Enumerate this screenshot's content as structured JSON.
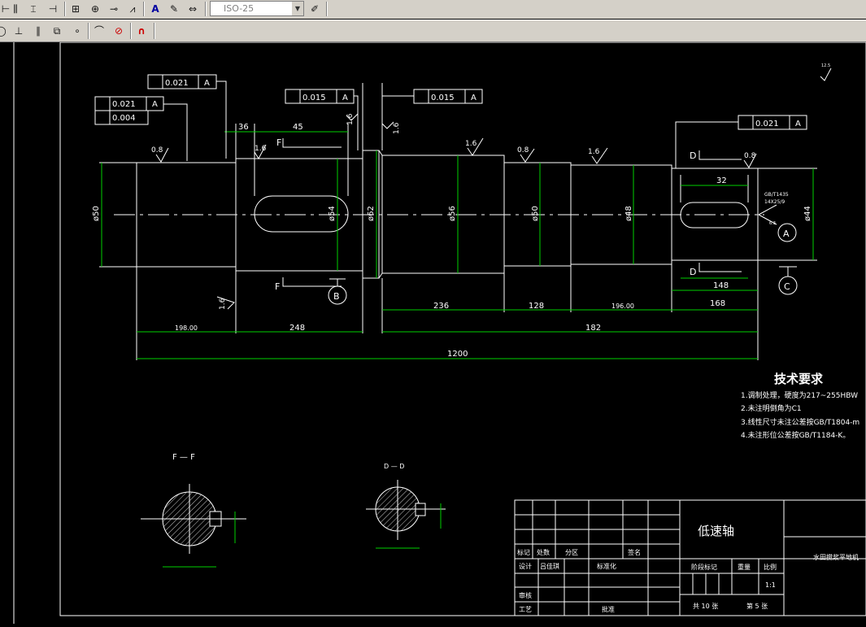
{
  "toolbar": {
    "dimstyle_value": "ISO-25",
    "icons_row1": [
      "dim-continue-icon",
      "dim-quick-icon",
      "dim-baseline-icon",
      "dim-edit-icon",
      "dim-center-icon",
      "tolerance-icon",
      "dim-jogged-icon",
      "dim-text-edit-icon",
      "dim-text-align-icon",
      "dim-update-icon",
      "dim-style-icon"
    ],
    "icons_row2": [
      "snap-circle-icon",
      "snap-perpendicular-icon",
      "snap-parallel-icon",
      "snap-insert-icon",
      "snap-node-icon",
      "snap-nearest-icon",
      "snap-none-icon",
      "snap-settings-icon"
    ]
  },
  "drawing": {
    "datum_a": "A",
    "datum_b": "B",
    "datum_c": "C",
    "tol_0021_a": "0.021",
    "tol_0021_b": "0.021",
    "tol_0021_c": "0.021",
    "tol_0015_a": "0.015",
    "tol_0015_b": "0.015",
    "tol_0004": "0.004",
    "rough_08": "0.8",
    "rough_16": "1.6",
    "rough_63": "6.3",
    "rough_125": "12.5",
    "section_f": "F",
    "section_d": "D",
    "section_ff": "F — F",
    "section_dd": "D — D",
    "dia_50": "ø50",
    "dia_54": "ø54",
    "dia_62": "ø62",
    "dia_56": "ø56",
    "dia_50b": "ø50",
    "dia_48": "ø48",
    "dia_44": "ø44",
    "dim_36": "36",
    "dim_45": "45",
    "dim_32": "32",
    "dim_148": "148",
    "dim_168": "168",
    "dim_236": "236",
    "dim_128": "128",
    "dim_196": "196.00",
    "dim_198": "198.00",
    "dim_248": "248",
    "dim_182": "182",
    "dim_1200": "1200",
    "keyway_note1": "GB/T1435",
    "keyway_note2": "14X25/9",
    "tech_title": "技术要求",
    "tech_items": [
      "1.调制处理，硬度为217~255HBW",
      "2.未注明倒角为C1",
      "3.线性尺寸未注公差按GB/T1804-m",
      "4.未注形位公差按GB/T1184-K。"
    ]
  },
  "title_block": {
    "part_name": "低速轴",
    "project": "水田搅浆平地机",
    "mark": "标记",
    "count": "处数",
    "zone": "分区",
    "sign": "签名",
    "design": "设计",
    "designer": "吕佳琪",
    "standard": "标准化",
    "stage": "阶段标记",
    "weight": "重量",
    "scale": "比例",
    "scale_value": "1:1",
    "review": "审核",
    "process": "工艺",
    "approve": "批准",
    "total": "共 10 张",
    "sheet": "第 5 张"
  }
}
